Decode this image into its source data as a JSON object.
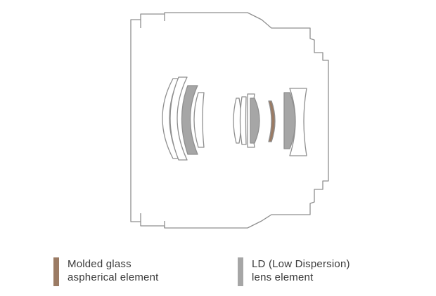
{
  "colors": {
    "outline": "#8f8f8f",
    "molded_glass_aspherical": "#9b7b64",
    "ld_low_dispersion": "#a6a6a6",
    "lens_fill": "#ffffff"
  },
  "legend": {
    "molded_glass": {
      "line1": "Molded glass",
      "line2": "aspherical element"
    },
    "ld": {
      "line1": "LD (Low Dispersion)",
      "line2": "lens element"
    }
  }
}
